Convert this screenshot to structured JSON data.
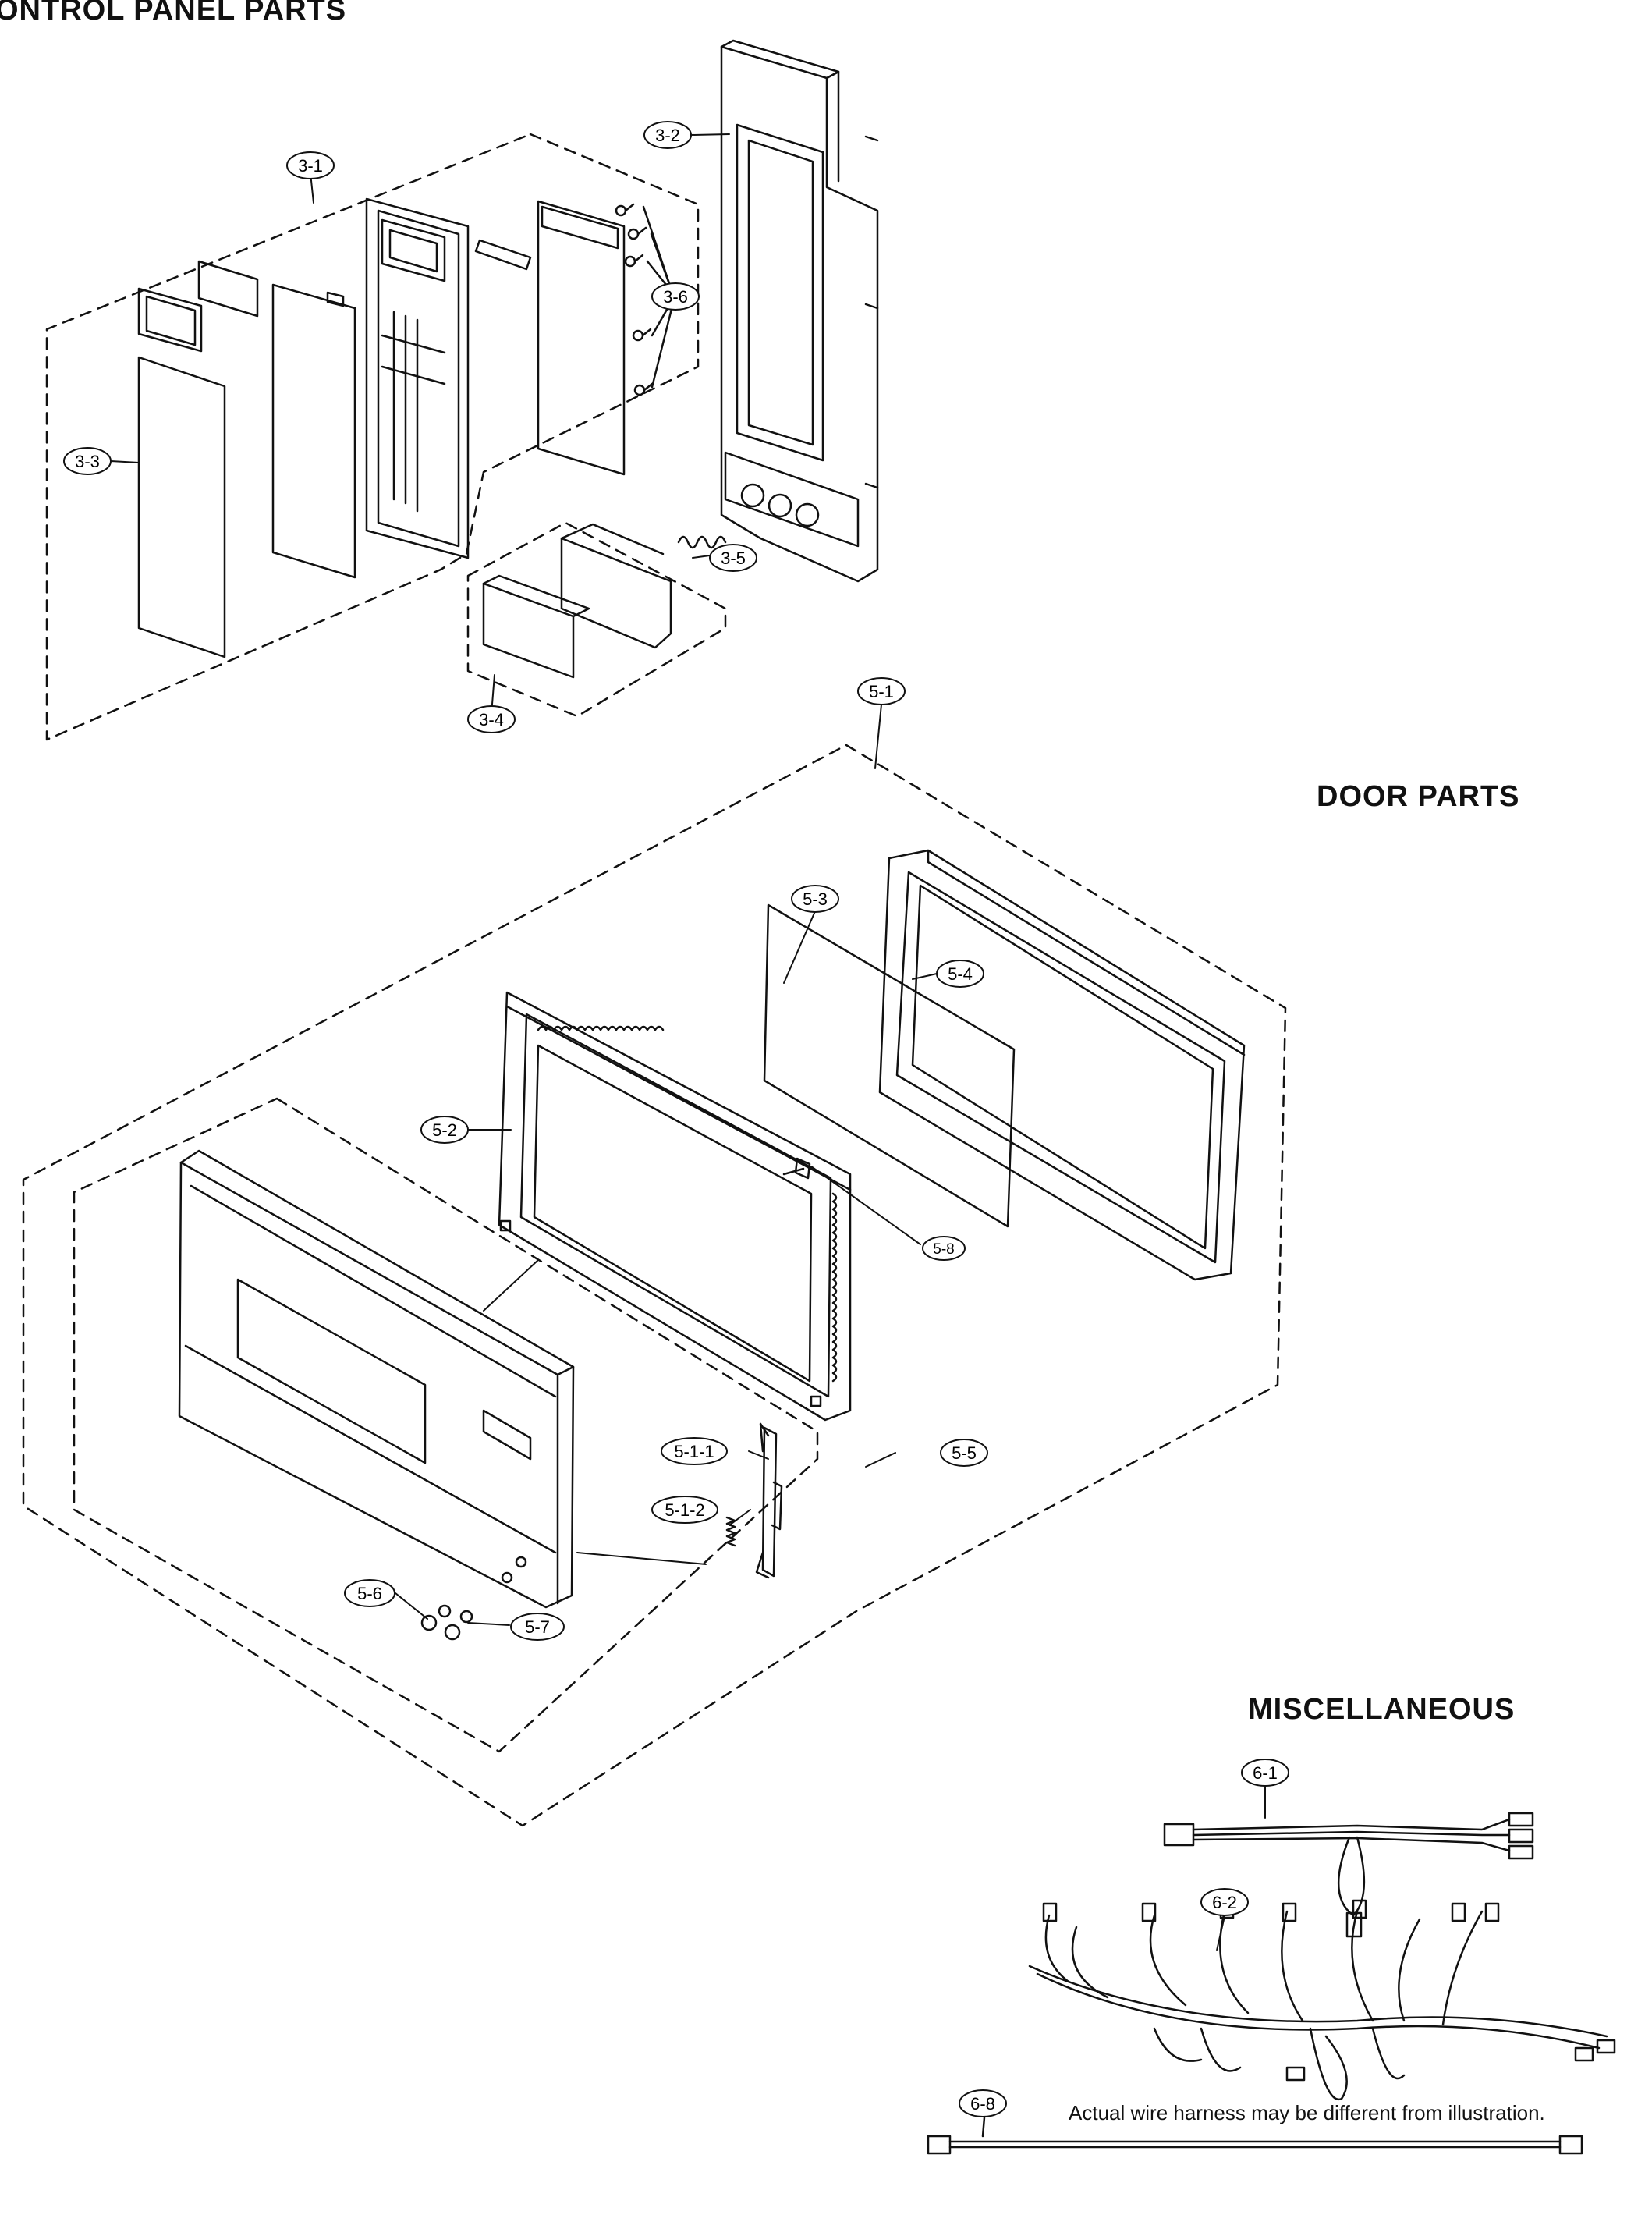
{
  "sections": {
    "control_panel": "ONTROL PANEL PARTS",
    "door": "DOOR PARTS",
    "misc": "MISCELLANEOUS"
  },
  "callouts": {
    "c3_1": "3-1",
    "c3_2": "3-2",
    "c3_3": "3-3",
    "c3_4": "3-4",
    "c3_5": "3-5",
    "c3_6": "3-6",
    "c5_1": "5-1",
    "c5_1_1": "5-1-1",
    "c5_1_2": "5-1-2",
    "c5_2": "5-2",
    "c5_3": "5-3",
    "c5_4": "5-4",
    "c5_5": "5-5",
    "c5_6": "5-6",
    "c5_7": "5-7",
    "c5_8": "5-8",
    "c6_1": "6-1",
    "c6_2": "6-2",
    "c6_8": "6-8"
  },
  "note": "Actual wire harness may be different from illustration."
}
